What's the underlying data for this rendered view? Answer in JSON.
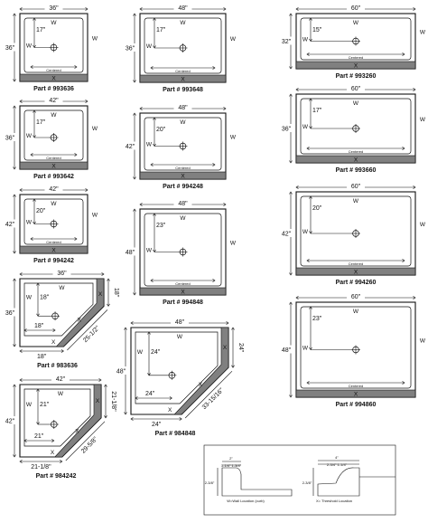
{
  "labels": {
    "wall": "W",
    "threshold": "X",
    "centered": "Centered"
  },
  "pans": [
    {
      "part": "Part # 993636",
      "width": "36\"",
      "depth": "36\"",
      "drain": "17\""
    },
    {
      "part": "Part # 993642",
      "width": "42\"",
      "depth": "36\"",
      "drain": "17\""
    },
    {
      "part": "Part # 994242",
      "width": "42\"",
      "depth": "42\"",
      "drain": "20\""
    },
    {
      "part": "Part # 993648",
      "width": "48\"",
      "depth": "36\"",
      "drain": "17\""
    },
    {
      "part": "Part # 994248",
      "width": "48\"",
      "depth": "42\"",
      "drain": "20\""
    },
    {
      "part": "Part # 994848",
      "width": "48\"",
      "depth": "48\"",
      "drain": "23\""
    },
    {
      "part": "Part # 993260",
      "width": "60\"",
      "depth": "32\"",
      "drain": "15\""
    },
    {
      "part": "Part # 993660",
      "width": "60\"",
      "depth": "36\"",
      "drain": "17\""
    },
    {
      "part": "Part # 994260",
      "width": "60\"",
      "depth": "42\"",
      "drain": "20\""
    },
    {
      "part": "Part # 994860",
      "width": "60\"",
      "depth": "48\"",
      "drain": "23\""
    }
  ],
  "corner_pans": [
    {
      "part": "Part # 983636",
      "width": "36\"",
      "depth": "36\"",
      "leg_v": "18\"",
      "leg_h": "18\"",
      "drain_v": "18\"",
      "drain_h": "18\"",
      "diagonal": "25-1/2\""
    },
    {
      "part": "Part # 984242",
      "width": "42\"",
      "depth": "42\"",
      "leg_v": "21-1/8\"",
      "leg_h": "21-1/8\"",
      "drain_v": "21\"",
      "drain_h": "21\"",
      "diagonal": "29-5/8\""
    },
    {
      "part": "Part # 984848",
      "width": "48\"",
      "depth": "48\"",
      "leg_v": "24\"",
      "leg_h": "24\"",
      "drain_v": "24\"",
      "drain_h": "24\"",
      "diagonal": "33-15/16\""
    }
  ],
  "legend": {
    "wall_caption": "W=Wall Location (curb)",
    "threshold_caption": "X= Threshold Location",
    "wall_top": "2\"",
    "wall_sub": "1-1/4\"  1-3/4\"",
    "wall_side": "2-3/8\"",
    "threshold_top": "4\"",
    "threshold_sub": "2-3/4\"  1-1/4\"",
    "threshold_side": "2-3/8\""
  }
}
